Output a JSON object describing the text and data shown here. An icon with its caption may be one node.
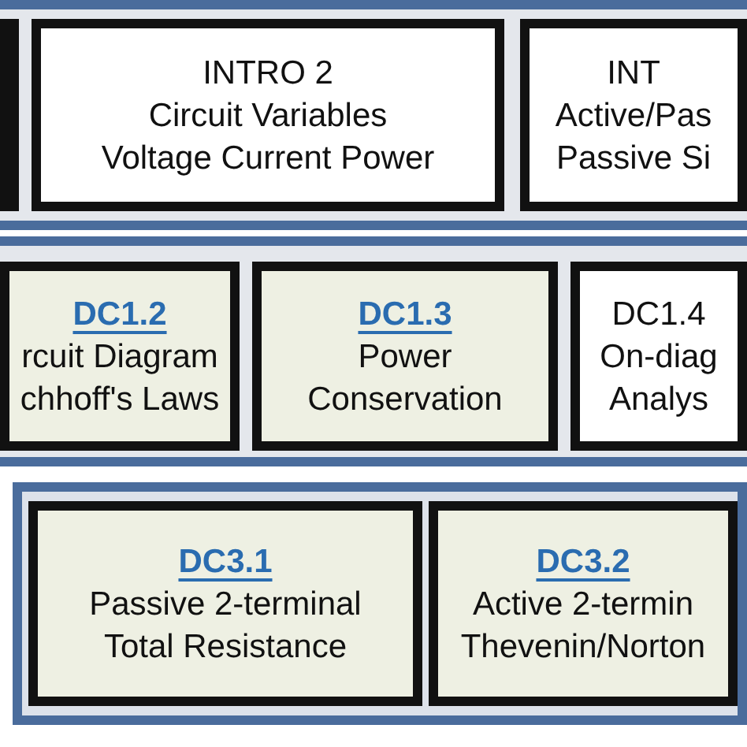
{
  "diagram": {
    "nodes": [
      {
        "text": [],
        "shape": "band"
      },
      {
        "text": [],
        "shape": "box",
        "in": 0
      },
      {
        "text": [
          "INTRO 2",
          "Circuit Variables",
          "Voltage Current Power"
        ],
        "in": 0
      },
      {
        "text": [
          "INT",
          "Active/Pas",
          "Passive Si"
        ],
        "in": 0
      },
      {
        "text": [],
        "shape": "band"
      },
      {
        "text": [
          "DC1.2",
          "rcuit Diagram",
          "chhoff's Laws"
        ],
        "in": 4
      },
      {
        "text": [
          "DC1.3",
          "Power Conservation"
        ],
        "in": 4
      },
      {
        "text": [
          "DC1.4",
          "On-diag",
          "Analys"
        ],
        "in": 4
      },
      {
        "text": [],
        "shape": "band"
      },
      {
        "text": [
          "DC3.1",
          "Passive 2-terminal",
          "Total Resistance"
        ],
        "in": 8
      },
      {
        "text": [
          "DC3.2",
          "Active 2-termin",
          "Thevenin/Norton"
        ],
        "in": 8
      }
    ],
    "edges": []
  }
}
